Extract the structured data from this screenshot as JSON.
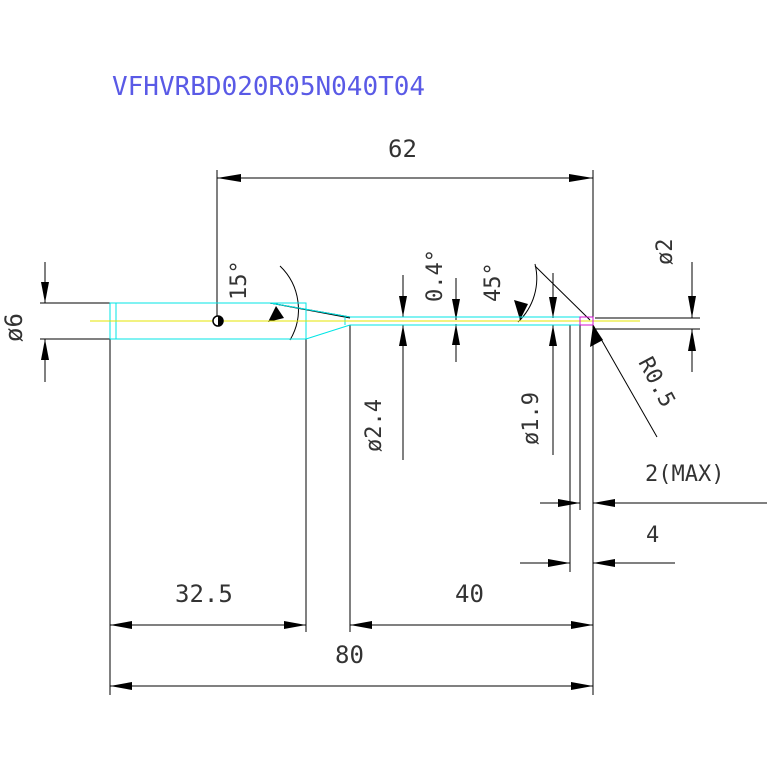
{
  "title": "VFHVRBD020R05N040T04",
  "dims": {
    "overall_length": "62",
    "shank_dia": "ø6",
    "angle_15": "15°",
    "taper_04": "0.4°",
    "angle_45": "45°",
    "dia_2": "ø2",
    "radius": "R0.5",
    "dia_24": "ø2.4",
    "dia_19": "ø1.9",
    "max_2": "2(MAX)",
    "dim_4": "4",
    "dim_325": "32.5",
    "dim_40": "40",
    "dim_80": "80"
  },
  "colors": {
    "line": "#000000",
    "text": "#333333",
    "title": "#5a5ae6",
    "cyan": "#00e5e5",
    "yellow": "#e5e500",
    "magenta": "#d010d0"
  }
}
